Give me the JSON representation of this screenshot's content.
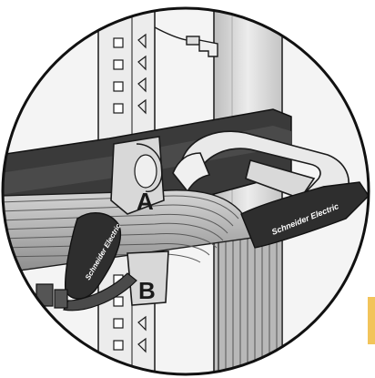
{
  "illustration": {
    "labels": {
      "upper_clip": "A",
      "lower_clip": "B"
    },
    "brand_text": "Schneider Electric",
    "colors": {
      "background": "#ffffff",
      "outline": "#1a1a1a",
      "rack_rail": "#e6e6e6",
      "rack_post": "#cfcfcf",
      "tray_dark": "#3a3a3a",
      "cable": "#9a9a9a",
      "clip": "#d8d8d8",
      "accent_tab": "#f2c45a"
    }
  }
}
